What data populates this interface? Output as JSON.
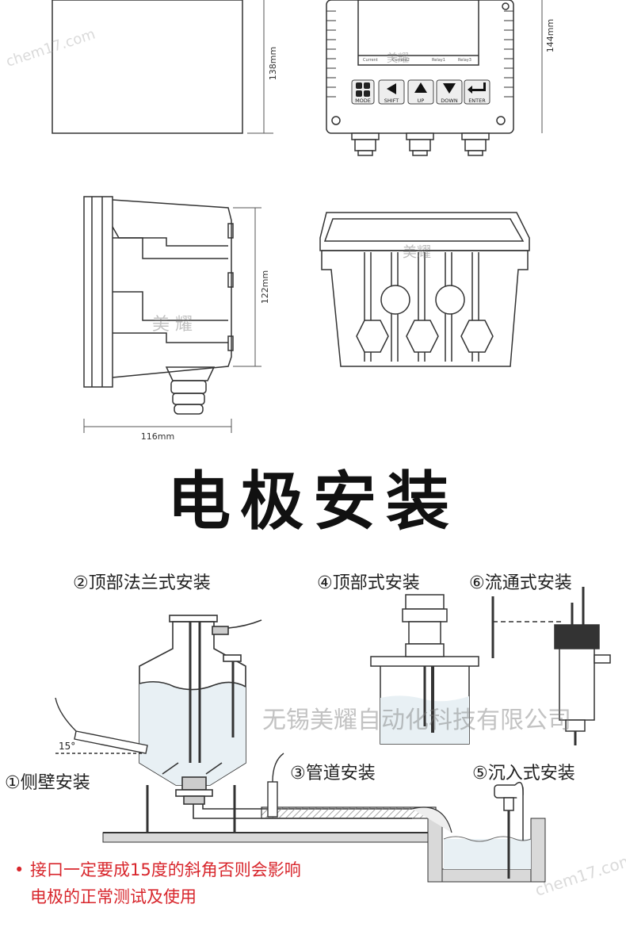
{
  "dims": {
    "front_height": "138mm",
    "front_height2": "144mm",
    "side_height": "122mm",
    "side_width": "116mm"
  },
  "keypad": {
    "mode": "MODE",
    "shift": "SHIFT",
    "up": "UP",
    "down": "DOWN",
    "enter": "ENTER"
  },
  "screen_labels": [
    "Current",
    "Current2",
    "Relay1",
    "Relay3"
  ],
  "watermarks": {
    "small_top": "美耀",
    "side": "美  耀",
    "latin": "chem17.com"
  },
  "section_title": "电极安装",
  "install_labels": {
    "side_wall": "①侧壁安装",
    "top_flange": "②顶部法兰式安装",
    "pipe": "③管道安装",
    "top": "④顶部式安装",
    "immersion": "⑤沉入式安装",
    "flow": "⑥流通式安装",
    "angle": "15°"
  },
  "company_watermark": "无锡美耀自动化科技有限公司",
  "note": {
    "line1": "接口一定要成15度的斜角否则会影响",
    "line2": "电极的正常测试及使用"
  }
}
